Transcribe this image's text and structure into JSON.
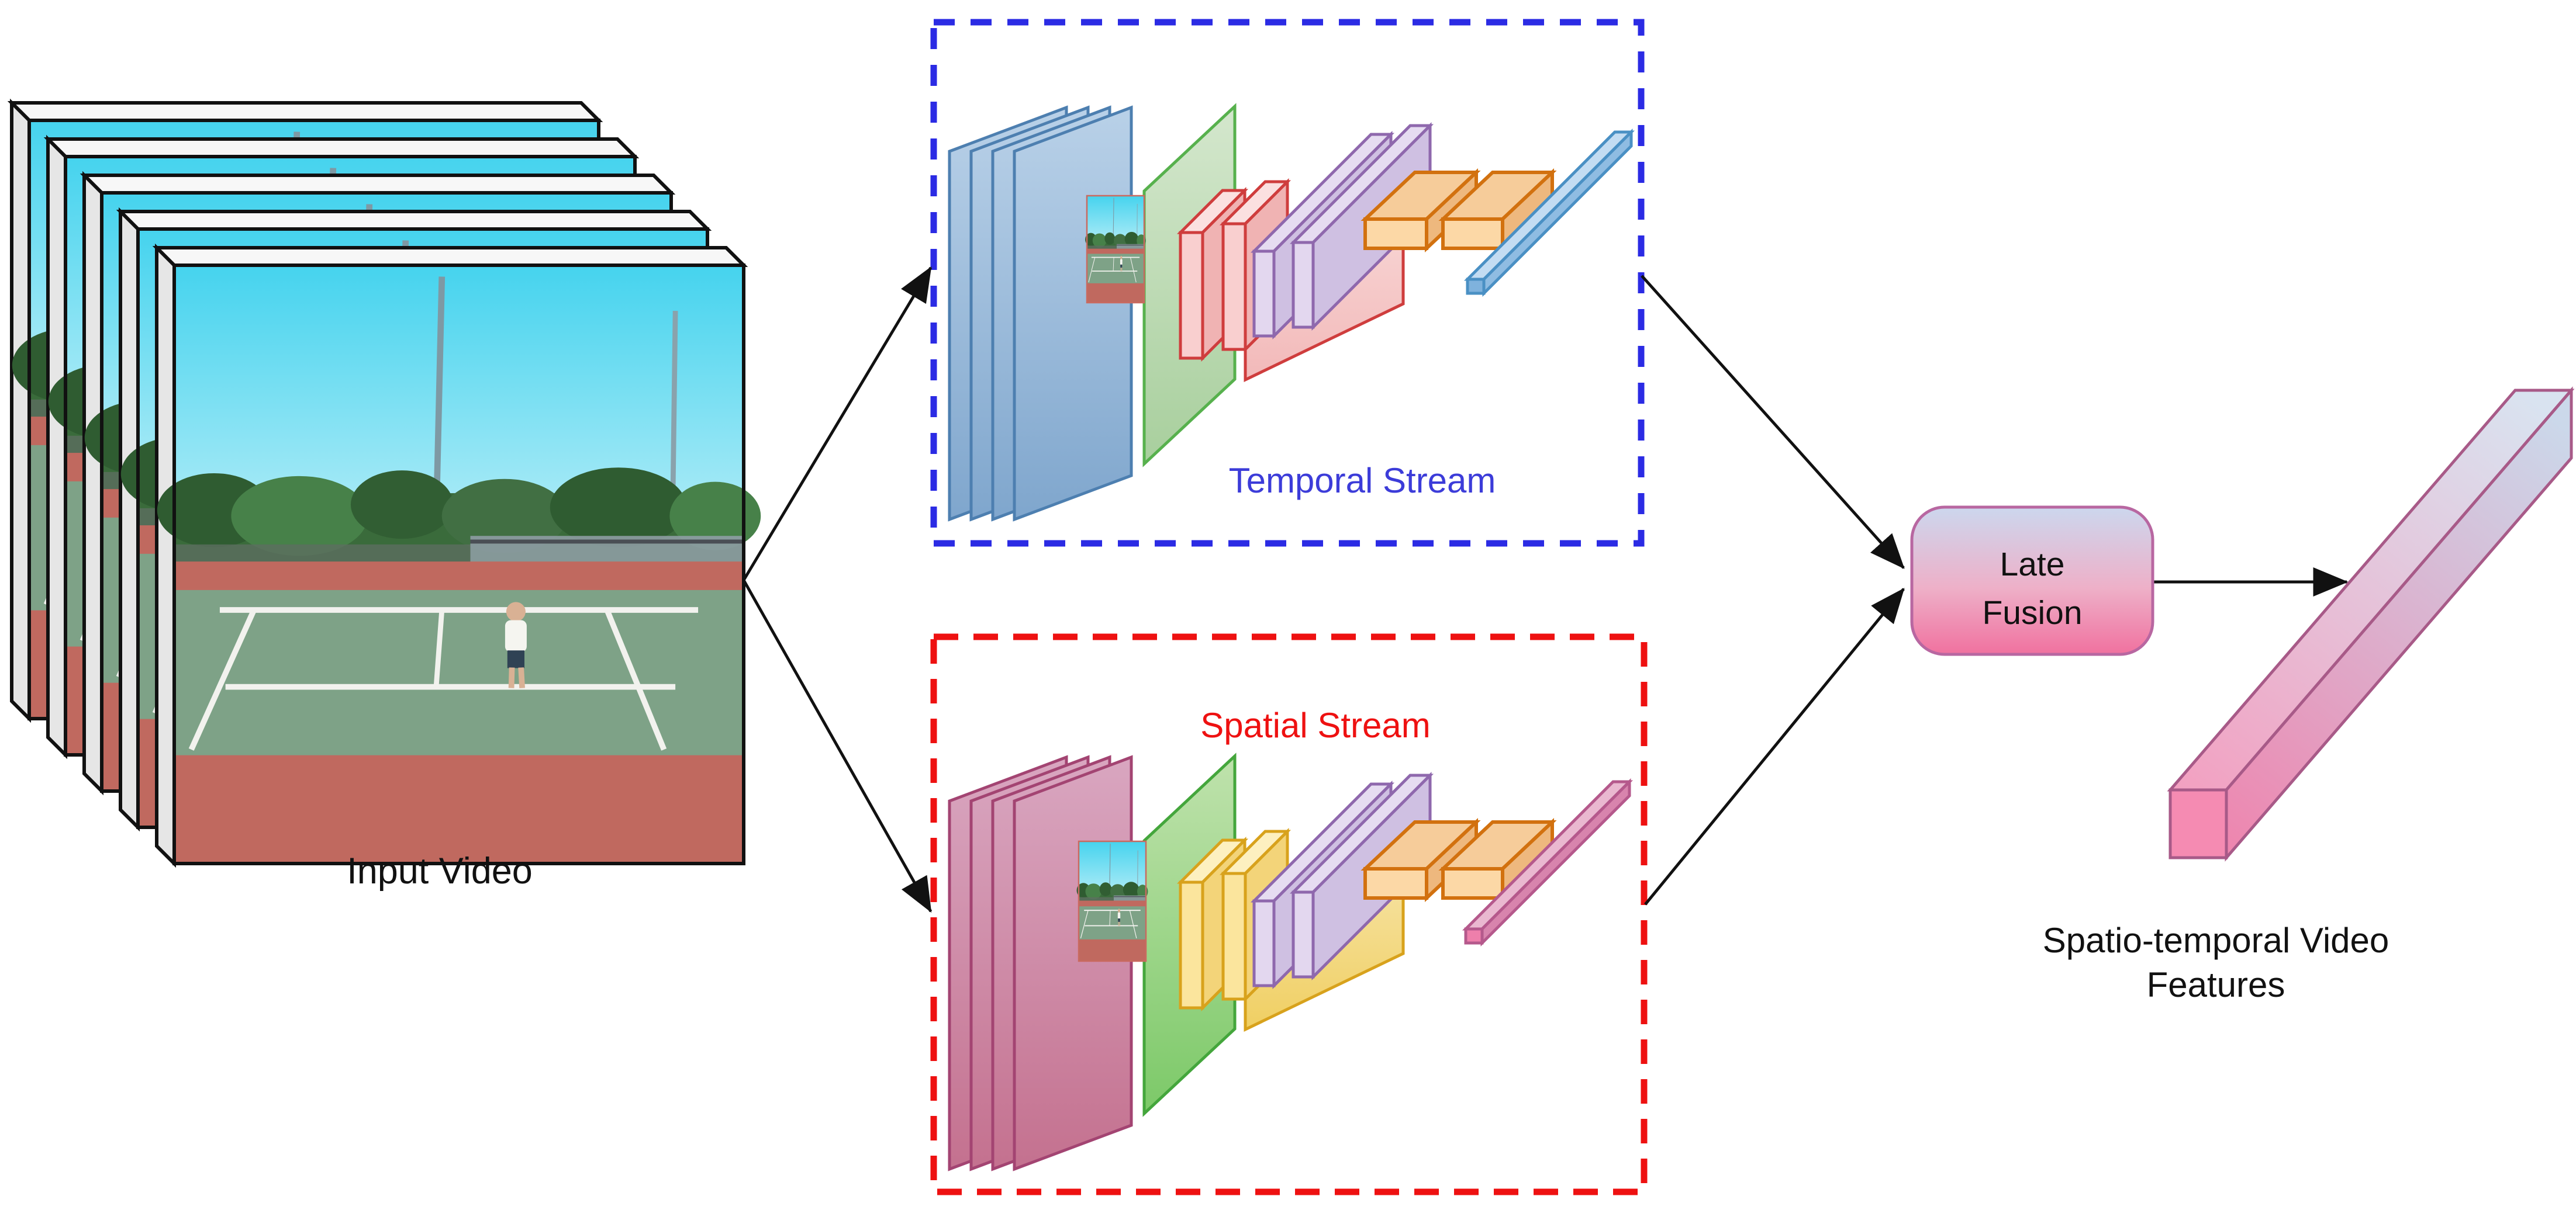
{
  "diagram": {
    "input_video": {
      "label": "Input Video",
      "frame_count": 5
    },
    "temporal_stream": {
      "label": "Temporal Stream",
      "border_color": "#2b2be4",
      "label_color": "#3c3cd9"
    },
    "spatial_stream": {
      "label": "Spatial Stream",
      "border_color": "#ee1111",
      "label_color": "#ee1111"
    },
    "late_fusion": {
      "label_line1": "Late",
      "label_line2": "Fusion",
      "text_color": "#111111",
      "gradient_top": "#ccd7ee",
      "gradient_bottom": "#f0719f",
      "border_color": "#b867a1"
    },
    "output_features": {
      "label_line1": "Spatio-temporal Video",
      "label_line2": "Features",
      "text_color": "#111111",
      "gradient_start": "#ef83ad",
      "gradient_end": "#cbd8ea"
    },
    "arrow_color": "#111111",
    "layer_palette": {
      "temporal_input_planes": "#7fa6cd",
      "spatial_input_planes": "#c4718f",
      "green_plane": "#57b14d",
      "pink_conv": "#cf3d3d",
      "yellow_conv": "#d8a21c",
      "purple_pool": "#8f68ad",
      "orange_fc": "#d2710f",
      "temporal_feature_bar": "#4a90c4",
      "spatial_feature_bar": "#b5598c"
    }
  }
}
